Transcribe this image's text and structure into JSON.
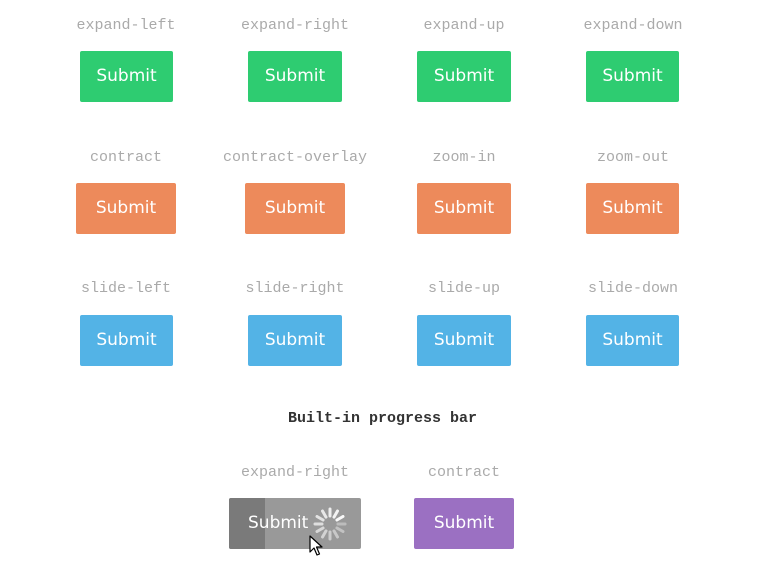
{
  "colors": {
    "green": "#2ecc71",
    "orange": "#ed8a5b",
    "blue": "#53b3e6",
    "purple": "#9b70c2",
    "grey": "#999999",
    "label": "#aaaaaa"
  },
  "rows": [
    {
      "items": [
        {
          "label": "expand-left",
          "button": "Submit"
        },
        {
          "label": "expand-right",
          "button": "Submit"
        },
        {
          "label": "expand-up",
          "button": "Submit"
        },
        {
          "label": "expand-down",
          "button": "Submit"
        }
      ]
    },
    {
      "items": [
        {
          "label": "contract",
          "button": "Submit"
        },
        {
          "label": "contract-overlay",
          "button": "Submit"
        },
        {
          "label": "zoom-in",
          "button": "Submit"
        },
        {
          "label": "zoom-out",
          "button": "Submit"
        }
      ]
    },
    {
      "items": [
        {
          "label": "slide-left",
          "button": "Submit"
        },
        {
          "label": "slide-right",
          "button": "Submit"
        },
        {
          "label": "slide-up",
          "button": "Submit"
        },
        {
          "label": "slide-down",
          "button": "Submit"
        }
      ]
    }
  ],
  "progress_section": {
    "title": "Built-in progress bar",
    "items": [
      {
        "label": "expand-right",
        "button": "Submit",
        "progress_fraction": 0.27,
        "loading": true,
        "icon": "spinner-icon"
      },
      {
        "label": "contract",
        "button": "Submit"
      }
    ]
  },
  "cursor_icon": "mouse-pointer-icon"
}
